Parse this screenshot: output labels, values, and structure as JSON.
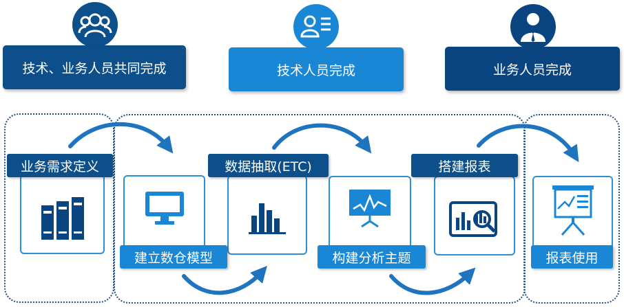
{
  "colors": {
    "dark_blue": "#0d4f8a",
    "mid_blue": "#1a87d6",
    "navy": "#0b4581",
    "card_border": "#2a8fd6",
    "arrow": "#1f74c0"
  },
  "roles": [
    {
      "label": "技术、业务人员共同完成",
      "icon": "group-users-icon"
    },
    {
      "label": "技术人员完成",
      "icon": "technician-profile-icon"
    },
    {
      "label": "业务人员完成",
      "icon": "business-person-icon"
    }
  ],
  "steps": [
    {
      "label": "业务需求定义",
      "icon": "books-icon"
    },
    {
      "label": "建立数仓模型",
      "icon": "monitor-icon"
    },
    {
      "label": "数据抽取(ETC)",
      "icon": "bar-chart-icon"
    },
    {
      "label": "构建分析主题",
      "icon": "line-chart-board-icon"
    },
    {
      "label": "搭建报表",
      "icon": "report-magnifier-icon"
    },
    {
      "label": "报表使用",
      "icon": "presentation-board-icon"
    }
  ]
}
